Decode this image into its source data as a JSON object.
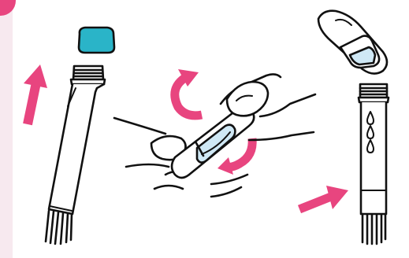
{
  "figure": {
    "steps": [
      {
        "name": "remove-cap"
      },
      {
        "name": "snap-ampoule"
      },
      {
        "name": "insert-and-drip"
      }
    ],
    "colors": {
      "accent": "#e8457f",
      "cap": "#2ab4c8",
      "liquid": "#cfe8f5",
      "panel": "#f7e9ef",
      "ink": "#111111"
    },
    "icons": [
      "up-arrow-icon",
      "rotate-arrow-icon",
      "right-arrow-icon",
      "drop-icon"
    ]
  }
}
